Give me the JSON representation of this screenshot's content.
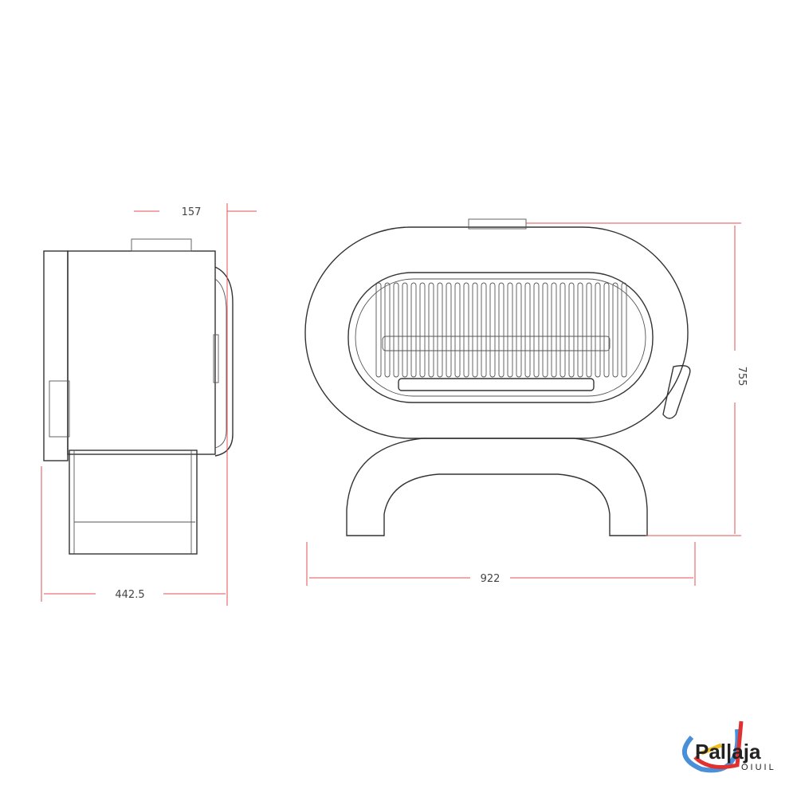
{
  "dimensions": {
    "flue_offset": "157",
    "depth": "442.5",
    "width": "922",
    "height": "755"
  },
  "logo": {
    "name": "Pal|aja",
    "sub": "OIUIL"
  },
  "colors": {
    "dimension_line": "#e05050",
    "drawing_line": "#333333"
  }
}
